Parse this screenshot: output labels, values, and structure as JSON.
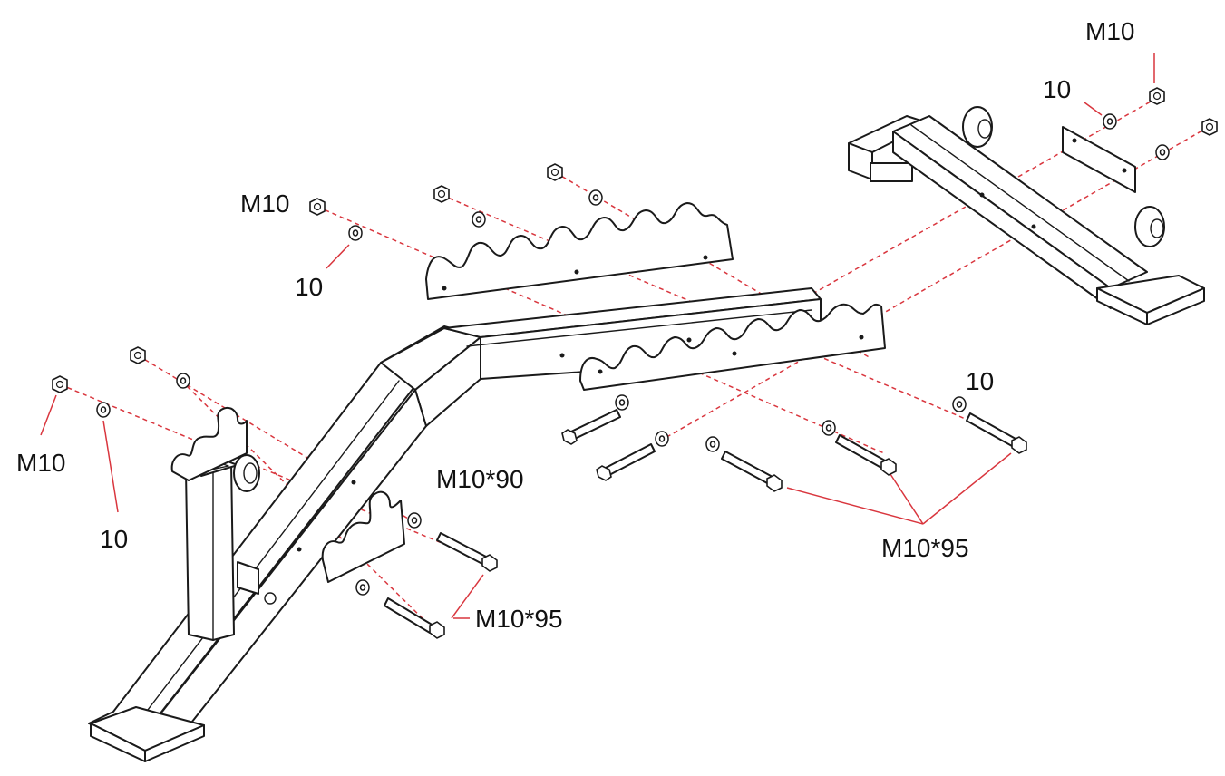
{
  "labels": {
    "nut_top_right": "M10",
    "washer_top_right": "10",
    "nut_mid_left": "M10",
    "washer_mid_left": "10",
    "nut_left": "M10",
    "washer_left": "10",
    "bolt_m10x90": "M10*90",
    "bolt_m10x95_left": "M10*95",
    "washer_right": "10",
    "bolt_m10x95_right": "M10*95"
  },
  "colors": {
    "outline": "#1a1a1a",
    "guide_line": "#d9363e",
    "background": "#ffffff"
  }
}
